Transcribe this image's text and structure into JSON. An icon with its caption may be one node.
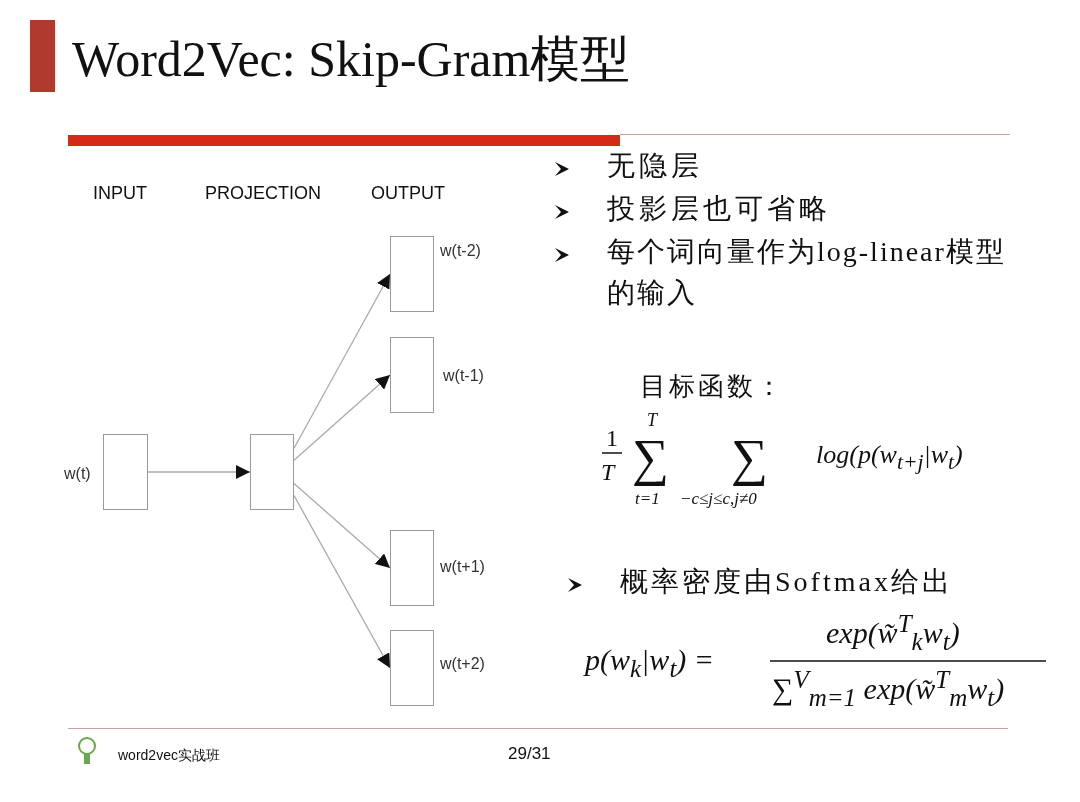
{
  "diagram": {
    "title": "Word2Vec: Skip-Gram模型",
    "nodes": [
      {
        "text": [],
        "shape": "box",
        "beside": [
          "w(t)"
        ]
      },
      {
        "text": [],
        "shape": "box"
      },
      {
        "text": [],
        "shape": "box",
        "beside": [
          "w(t-2)"
        ]
      },
      {
        "text": [],
        "shape": "box",
        "beside": [
          "w(t-1)"
        ]
      },
      {
        "text": [],
        "shape": "box",
        "beside": [
          "w(t+1)"
        ]
      },
      {
        "text": [],
        "shape": "box",
        "beside": [
          "w(t+2)"
        ]
      }
    ],
    "edges": [
      {
        "from": 0,
        "to": 1,
        "arrow": "to"
      },
      {
        "from": 1,
        "to": 2,
        "arrow": "to"
      },
      {
        "from": 1,
        "to": 3,
        "arrow": "to"
      },
      {
        "from": 1,
        "to": 4,
        "arrow": "to"
      },
      {
        "from": 1,
        "to": 5,
        "arrow": "to"
      }
    ],
    "labels": [
      "INPUT",
      "PROJECTION",
      "OUTPUT",
      "无隐层",
      "投影层也可省略",
      "每个词向量作为log-linear模型的输入",
      "目标函数：",
      "1",
      "T",
      "T",
      "∑",
      "t=1",
      "∑",
      "−c≤j≤c,j≠0",
      "log(p(w$_{t+j}$|w$_{t}$)",
      "概率密度由Softmax给出",
      "p(w$_{k}$|w$_{t}$) =",
      "exp(w̃$^{T}$$_{k}$w$_{t}$)",
      "∑$^{V}$$_{m=1}$ exp(w̃$^{T}$$_{m}$w$_{t}$)",
      "word2vec实战班",
      "29/31"
    ]
  }
}
